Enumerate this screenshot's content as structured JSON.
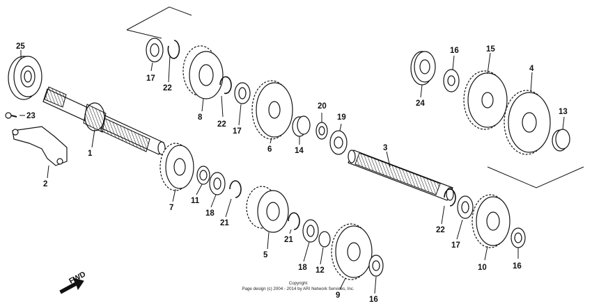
{
  "callouts": [
    "25",
    "23",
    "1",
    "2",
    "17",
    "22",
    "8",
    "22",
    "17",
    "6",
    "14",
    "20",
    "19",
    "3",
    "7",
    "11",
    "18",
    "21",
    "5",
    "21",
    "18",
    "12",
    "9",
    "16",
    "16",
    "15",
    "24",
    "4",
    "13",
    "22",
    "17",
    "10",
    "16"
  ],
  "fwd_label": "FWD",
  "copyright": {
    "line1": "Copyright",
    "line2": "Page design (c) 2004 - 2014 by ARI Network Services, Inc."
  },
  "colors": {
    "ink": "#111111",
    "background": "#ffffff"
  }
}
